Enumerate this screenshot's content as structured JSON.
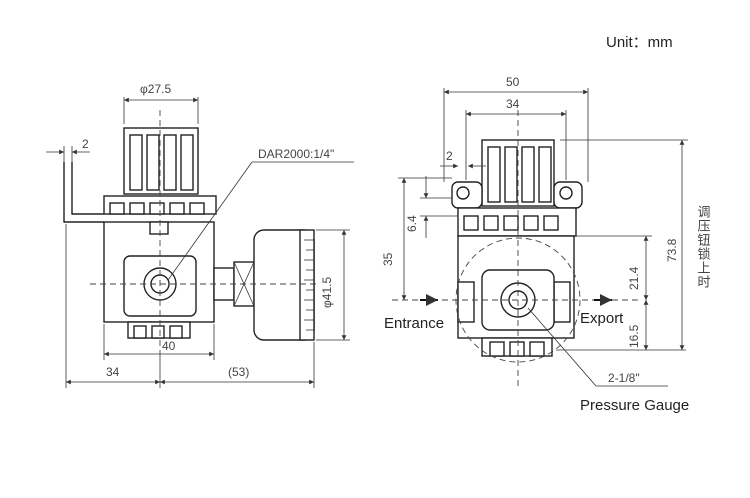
{
  "unit_label": "Unit：mm",
  "left_view": {
    "dim_diameter_top": "φ27.5",
    "dim_offset": "2",
    "callout_model": "DAR2000:1/4\"",
    "dim_gauge_diameter": "φ41.5",
    "dim_width_40": "40",
    "dim_34": "34",
    "dim_53": "(53)"
  },
  "right_view": {
    "dim_50": "50",
    "dim_34": "34",
    "dim_2": "2",
    "dim_6_4": "6.4",
    "dim_35": "35",
    "dim_21_4": "21.4",
    "dim_16_5": "16.5",
    "dim_73_8": "73.8",
    "label_lock": "调压钮锁上时",
    "label_entrance": "Entrance",
    "label_export": "Export",
    "label_port": "2-1/8\"",
    "label_pressure_gauge": "Pressure Gauge"
  }
}
